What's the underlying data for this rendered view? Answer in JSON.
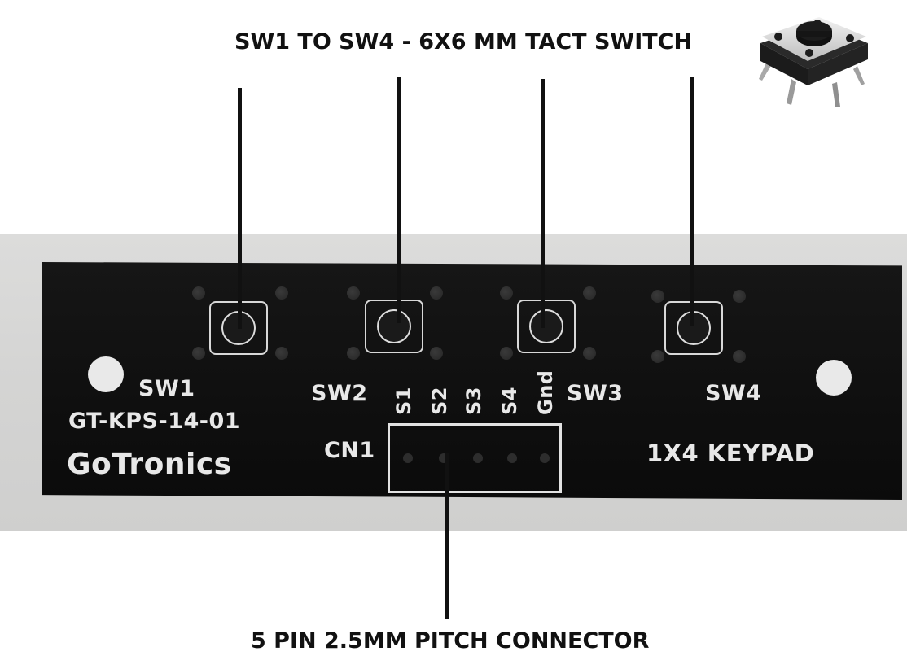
{
  "callouts": {
    "top": "SW1  TO SW4  - 6X6 MM TACT SWITCH",
    "bottom": "5 PIN 2.5MM PITCH CONNECTOR"
  },
  "pcb": {
    "switches": [
      "SW1",
      "SW2",
      "SW3",
      "SW4"
    ],
    "part_number": "GT-KPS-14-01",
    "brand": "GoTronics",
    "connector_label": "CN1",
    "pins": [
      "S1",
      "S2",
      "S3",
      "S4",
      "Gnd"
    ],
    "title": "1X4 KEYPAD"
  },
  "colors": {
    "pcb": "#111111",
    "silkscreen": "#e8e8e8",
    "background": "#ffffff",
    "photo_backdrop": "#d4d4d3"
  },
  "icons": [
    "tact-switch-photo"
  ]
}
